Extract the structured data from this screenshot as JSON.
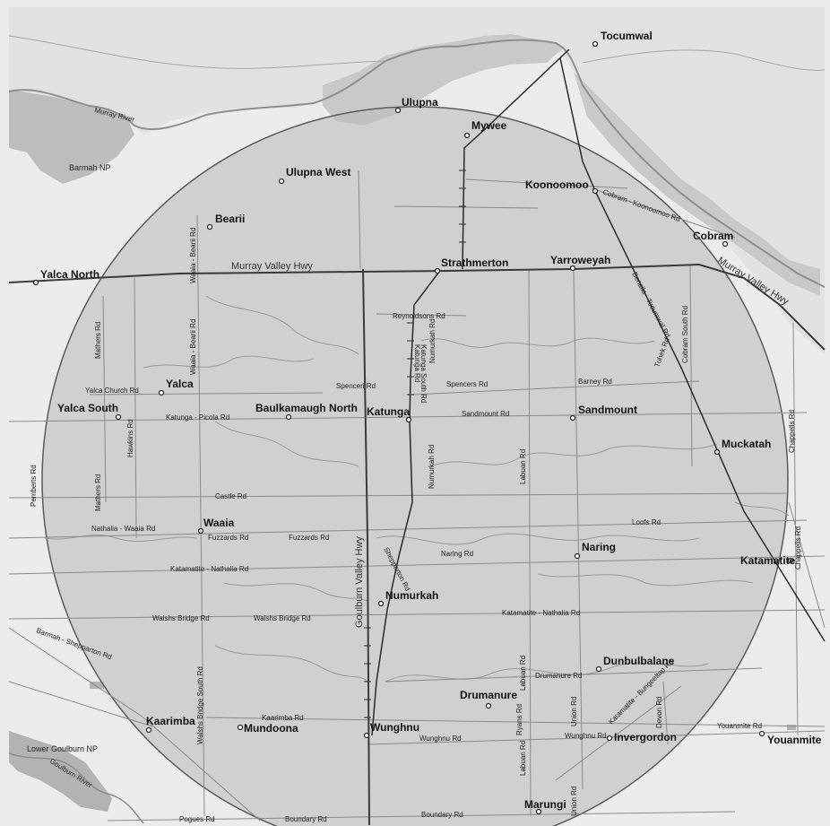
{
  "map": {
    "towns": [
      "Tocumwal",
      "Ulupna",
      "Mywee",
      "Barmah NP",
      "Ulupna West",
      "Koonoomoo",
      "Bearii",
      "Cobram",
      "Yalca North",
      "Strathmerton",
      "Yarroweyah",
      "Yalca",
      "Yalca South",
      "Baulkamaugh North",
      "Katunga",
      "Sandmount",
      "Muckatah",
      "Waaia",
      "Naring",
      "Katamatite",
      "Numurkah",
      "Dunbulbalane",
      "Drumanure",
      "Kaarimba",
      "Mundoona",
      "Wunghnu",
      "Invergordon",
      "Youanmite",
      "Lower Goulburn NP",
      "Marungi"
    ],
    "highways": [
      "Murray Valley Hwy",
      "Murray Valley Hwy",
      "Goulburn Valley Hwy"
    ],
    "roads": [
      "Reynoldsons Rd",
      "Yalca Church Rd",
      "Spenceri Rd",
      "Spencers Rd",
      "Katunga - Picola Rd",
      "Sandmount Rd",
      "Barney Rd",
      "Castle Rd",
      "Nathalia - Waaia Rd",
      "Fuzzards Rd",
      "Fuzzards Rd",
      "Katamatite - Nathalia Rd",
      "Naring Rd",
      "Walshs Bridge Rd",
      "Walshs Bridge Rd",
      "Katamatite - Nathalia Rd",
      "Drumanure Rd",
      "Kaarimba Rd",
      "Wunghnu Rd",
      "Wunghnu Rd",
      "Boundary Rd",
      "Boundary Rd",
      "Pogues Rd",
      "Youanmite Rd",
      "Loofs Rd",
      "Cobram - Koonoomoo Rd",
      "Mathers Rd",
      "Mathers Rd",
      "Hawkins Rd",
      "Pemberts Rd",
      "Waaia - Bearii Rd",
      "Waaia - Bearii Rd",
      "Walshs Bridge South Rd",
      "Numurkah Rd",
      "Numurkah Rd",
      "Katunga Rd",
      "Katunga South Rd",
      "Barmah - Shepparton Rd",
      "Labuan Rd",
      "Labuan Rd",
      "Labuan Rd",
      "Union Rd",
      "Union Rd",
      "Cobram South Rd",
      "Tuhek Rd",
      "Benalla - Tocumwal Rd",
      "Chappells Rd",
      "Chappells Rd",
      "Katamatite - Bungeeltap Rd",
      "Devon Rd",
      "Ryans Rd",
      "Shepparton Rd",
      "Murray River",
      "Goulburn River"
    ]
  }
}
